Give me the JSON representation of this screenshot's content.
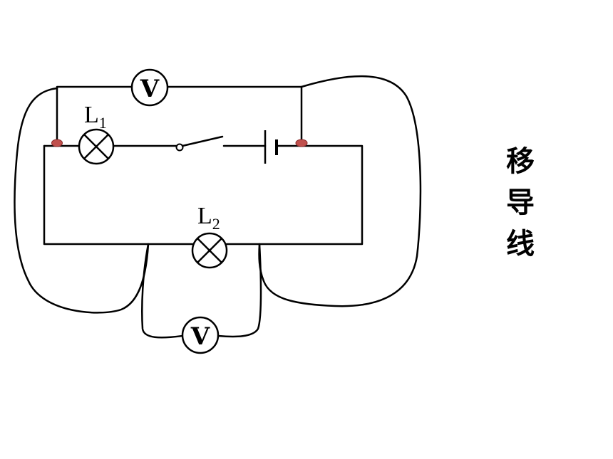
{
  "diagram": {
    "meter_top": {
      "symbol": "V"
    },
    "meter_bottom": {
      "symbol": "V"
    },
    "lamp_1": {
      "letter": "L",
      "subscript": "1"
    },
    "lamp_2": {
      "letter": "L",
      "subscript": "2"
    },
    "node_color": "#c0504d",
    "wire_color": "#000000"
  },
  "side_label": {
    "chars": [
      "移",
      "导",
      "线"
    ]
  }
}
